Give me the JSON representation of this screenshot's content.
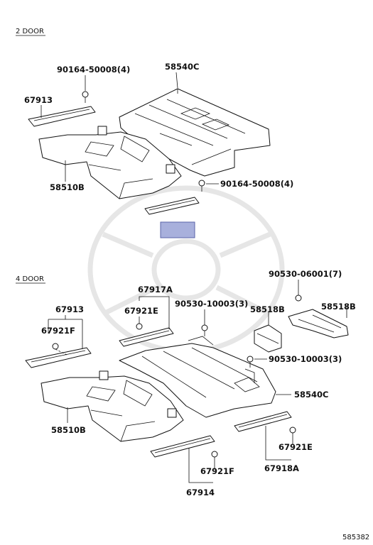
{
  "sections": {
    "two_door": "2 DOOR",
    "four_door": "4 DOOR"
  },
  "parts_2door": {
    "p1": "58540C",
    "p2": "90164-50008(4)",
    "p3": "67913",
    "p4": "58510B",
    "p5": "90164-50008(4)"
  },
  "parts_4door": {
    "p1": "90530-06001(7)",
    "p2": "67917A",
    "p3": "67913",
    "p4": "67921E",
    "p5": "90530-10003(3)",
    "p6": "58518B",
    "p7": "58518B",
    "p8": "67921F",
    "p9": "90530-10003(3)",
    "p10": "58540C",
    "p11": "58510B",
    "p12": "67921E",
    "p13": "67921F",
    "p14": "67918A",
    "p15": "67914"
  },
  "footer": {
    "diagram_number": "585382"
  },
  "colors": {
    "highlight": "#a8b0dc",
    "highlight_border": "#5a63a8"
  }
}
